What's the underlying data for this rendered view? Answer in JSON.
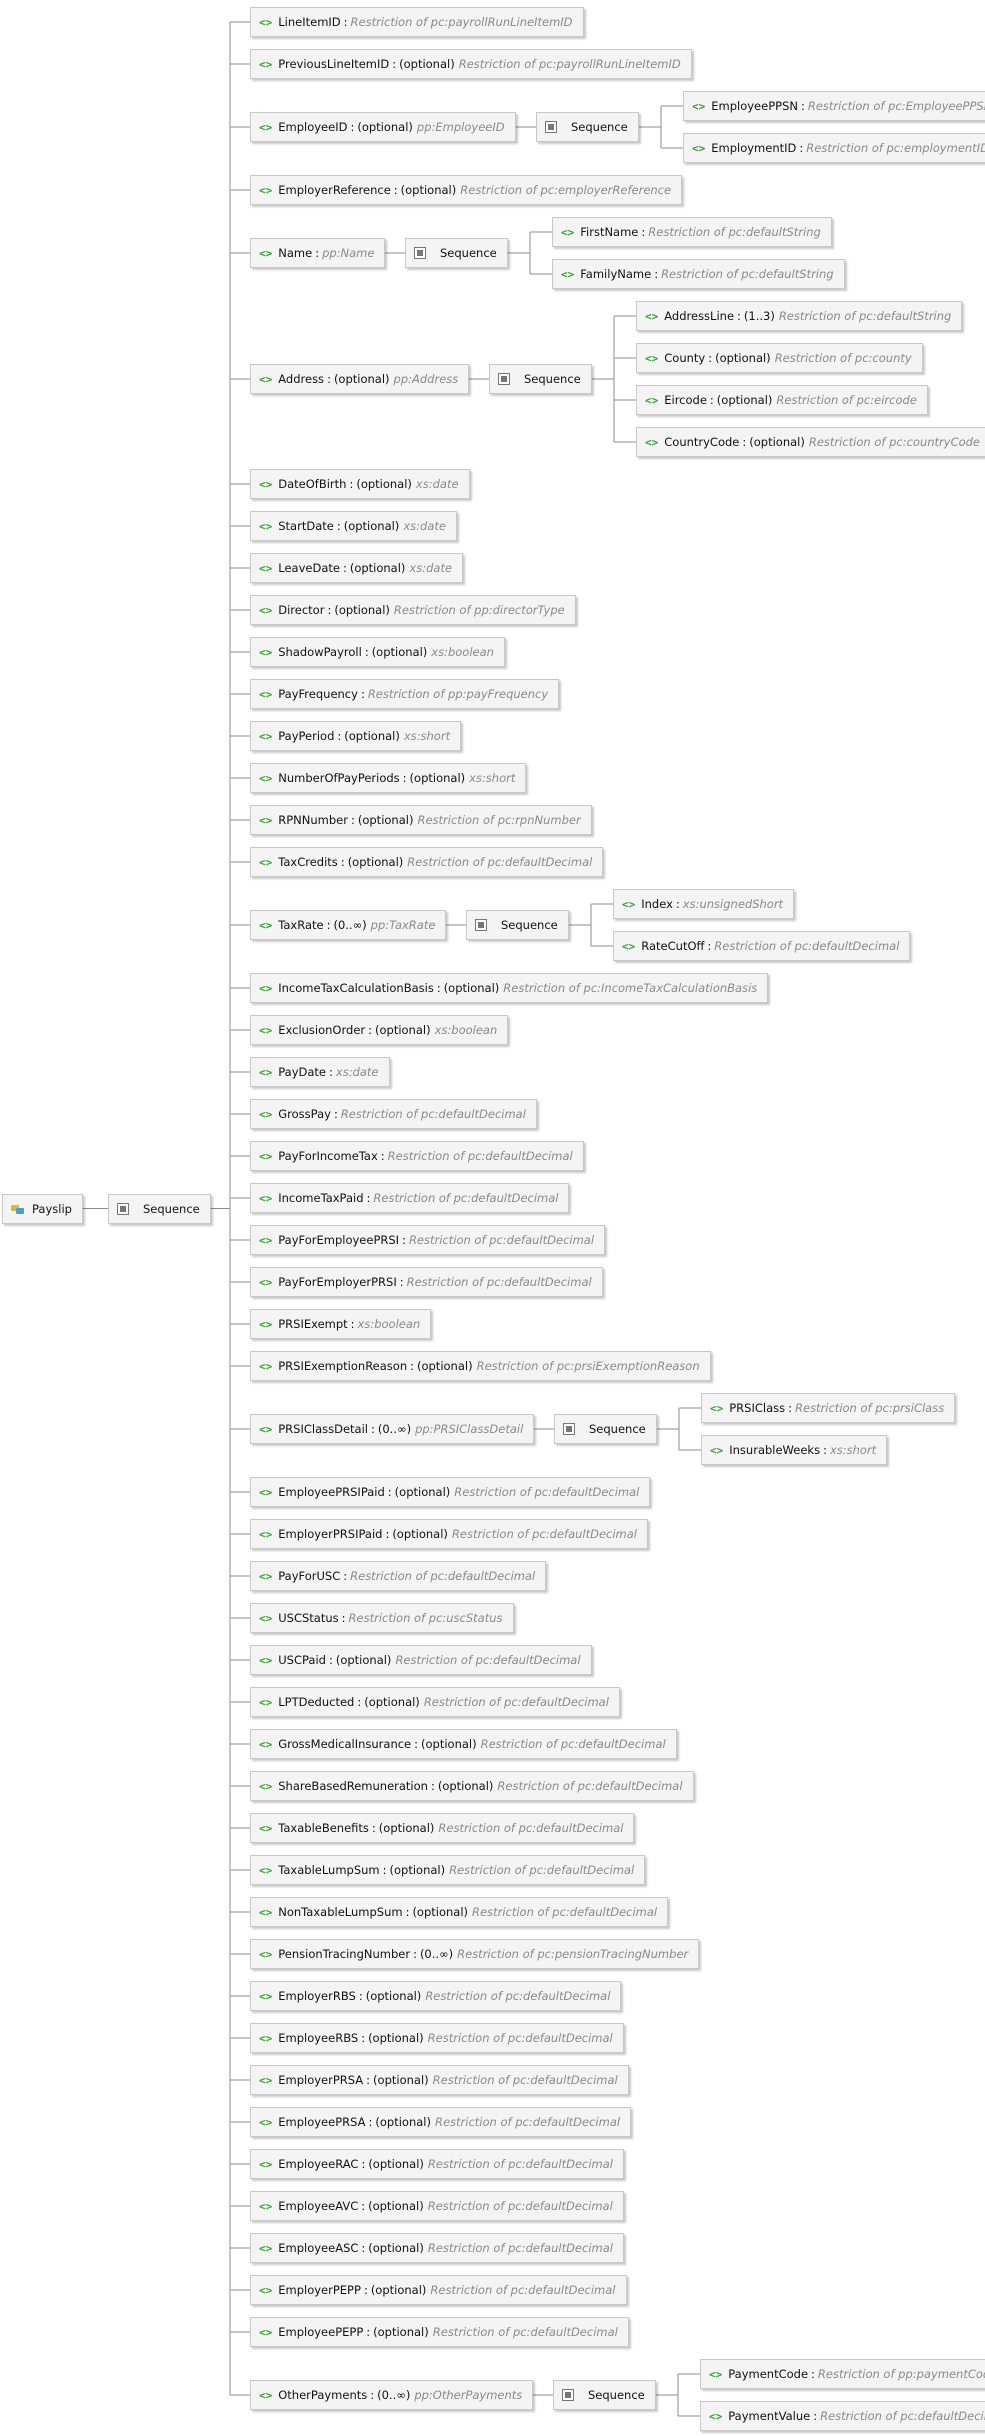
{
  "root": {
    "name": "Payslip",
    "icon": "complex-type-icon"
  },
  "sequence_label": "Sequence",
  "element_icon": "<>",
  "root_children": [
    {
      "name": "LineItemID",
      "occurs": "",
      "type": "Restriction of pc:payrollRunLineItemID"
    },
    {
      "name": "PreviousLineItemID",
      "occurs": "(optional)",
      "type": "Restriction of pc:payrollRunLineItemID"
    },
    {
      "name": "EmployeeID",
      "occurs": "(optional)",
      "type": "pp:EmployeeID",
      "children": [
        {
          "name": "EmployeePPSN",
          "occurs": "",
          "type": "Restriction of pc:EmployeePPSN"
        },
        {
          "name": "EmploymentID",
          "occurs": "",
          "type": "Restriction of pc:employmentID"
        }
      ]
    },
    {
      "name": "EmployerReference",
      "occurs": "(optional)",
      "type": "Restriction of pc:employerReference"
    },
    {
      "name": "Name",
      "occurs": "",
      "type": "pp:Name",
      "children": [
        {
          "name": "FirstName",
          "occurs": "",
          "type": "Restriction of pc:defaultString"
        },
        {
          "name": "FamilyName",
          "occurs": "",
          "type": "Restriction of pc:defaultString"
        }
      ]
    },
    {
      "name": "Address",
      "occurs": "(optional)",
      "type": "pp:Address",
      "children": [
        {
          "name": "AddressLine",
          "occurs": "(1..3)",
          "type": "Restriction of pc:defaultString"
        },
        {
          "name": "County",
          "occurs": "(optional)",
          "type": "Restriction of pc:county"
        },
        {
          "name": "Eircode",
          "occurs": "(optional)",
          "type": "Restriction of pc:eircode"
        },
        {
          "name": "CountryCode",
          "occurs": "(optional)",
          "type": "Restriction of pc:countryCode"
        }
      ]
    },
    {
      "name": "DateOfBirth",
      "occurs": "(optional)",
      "type": "xs:date"
    },
    {
      "name": "StartDate",
      "occurs": "(optional)",
      "type": "xs:date"
    },
    {
      "name": "LeaveDate",
      "occurs": "(optional)",
      "type": "xs:date"
    },
    {
      "name": "Director",
      "occurs": "(optional)",
      "type": "Restriction of pp:directorType"
    },
    {
      "name": "ShadowPayroll",
      "occurs": "(optional)",
      "type": "xs:boolean"
    },
    {
      "name": "PayFrequency",
      "occurs": "",
      "type": "Restriction of pp:payFrequency"
    },
    {
      "name": "PayPeriod",
      "occurs": "(optional)",
      "type": "xs:short"
    },
    {
      "name": "NumberOfPayPeriods",
      "occurs": "(optional)",
      "type": "xs:short"
    },
    {
      "name": "RPNNumber",
      "occurs": "(optional)",
      "type": "Restriction of pc:rpnNumber"
    },
    {
      "name": "TaxCredits",
      "occurs": "(optional)",
      "type": "Restriction of pc:defaultDecimal"
    },
    {
      "name": "TaxRate",
      "occurs": "(0..∞)",
      "type": "pp:TaxRate",
      "children": [
        {
          "name": "Index",
          "occurs": "",
          "type": "xs:unsignedShort"
        },
        {
          "name": "RateCutOff",
          "occurs": "",
          "type": "Restriction of pc:defaultDecimal"
        }
      ]
    },
    {
      "name": "IncomeTaxCalculationBasis",
      "occurs": "(optional)",
      "type": "Restriction of pc:IncomeTaxCalculationBasis"
    },
    {
      "name": "ExclusionOrder",
      "occurs": "(optional)",
      "type": "xs:boolean"
    },
    {
      "name": "PayDate",
      "occurs": "",
      "type": "xs:date"
    },
    {
      "name": "GrossPay",
      "occurs": "",
      "type": "Restriction of pc:defaultDecimal"
    },
    {
      "name": "PayForIncomeTax",
      "occurs": "",
      "type": "Restriction of pc:defaultDecimal"
    },
    {
      "name": "IncomeTaxPaid",
      "occurs": "",
      "type": "Restriction of pc:defaultDecimal"
    },
    {
      "name": "PayForEmployeePRSI",
      "occurs": "",
      "type": "Restriction of pc:defaultDecimal"
    },
    {
      "name": "PayForEmployerPRSI",
      "occurs": "",
      "type": "Restriction of pc:defaultDecimal"
    },
    {
      "name": "PRSIExempt",
      "occurs": "",
      "type": "xs:boolean"
    },
    {
      "name": "PRSIExemptionReason",
      "occurs": "(optional)",
      "type": "Restriction of pc:prsiExemptionReason"
    },
    {
      "name": "PRSIClassDetail",
      "occurs": "(0..∞)",
      "type": "pp:PRSIClassDetail",
      "children": [
        {
          "name": "PRSIClass",
          "occurs": "",
          "type": "Restriction of pc:prsiClass"
        },
        {
          "name": "InsurableWeeks",
          "occurs": "",
          "type": "xs:short"
        }
      ]
    },
    {
      "name": "EmployeePRSIPaid",
      "occurs": "(optional)",
      "type": "Restriction of pc:defaultDecimal"
    },
    {
      "name": "EmployerPRSIPaid",
      "occurs": "(optional)",
      "type": "Restriction of pc:defaultDecimal"
    },
    {
      "name": "PayForUSC",
      "occurs": "",
      "type": "Restriction of pc:defaultDecimal"
    },
    {
      "name": "USCStatus",
      "occurs": "",
      "type": "Restriction of pc:uscStatus"
    },
    {
      "name": "USCPaid",
      "occurs": "(optional)",
      "type": "Restriction of pc:defaultDecimal"
    },
    {
      "name": "LPTDeducted",
      "occurs": "(optional)",
      "type": "Restriction of pc:defaultDecimal"
    },
    {
      "name": "GrossMedicalInsurance",
      "occurs": "(optional)",
      "type": "Restriction of pc:defaultDecimal"
    },
    {
      "name": "ShareBasedRemuneration",
      "occurs": "(optional)",
      "type": "Restriction of pc:defaultDecimal"
    },
    {
      "name": "TaxableBenefits",
      "occurs": "(optional)",
      "type": "Restriction of pc:defaultDecimal"
    },
    {
      "name": "TaxableLumpSum",
      "occurs": "(optional)",
      "type": "Restriction of pc:defaultDecimal"
    },
    {
      "name": "NonTaxableLumpSum",
      "occurs": "(optional)",
      "type": "Restriction of pc:defaultDecimal"
    },
    {
      "name": "PensionTracingNumber",
      "occurs": "(0..∞)",
      "type": "Restriction of pc:pensionTracingNumber"
    },
    {
      "name": "EmployerRBS",
      "occurs": "(optional)",
      "type": "Restriction of pc:defaultDecimal"
    },
    {
      "name": "EmployeeRBS",
      "occurs": "(optional)",
      "type": "Restriction of pc:defaultDecimal"
    },
    {
      "name": "EmployerPRSA",
      "occurs": "(optional)",
      "type": "Restriction of pc:defaultDecimal"
    },
    {
      "name": "EmployeePRSA",
      "occurs": "(optional)",
      "type": "Restriction of pc:defaultDecimal"
    },
    {
      "name": "EmployeeRAC",
      "occurs": "(optional)",
      "type": "Restriction of pc:defaultDecimal"
    },
    {
      "name": "EmployeeAVC",
      "occurs": "(optional)",
      "type": "Restriction of pc:defaultDecimal"
    },
    {
      "name": "EmployeeASC",
      "occurs": "(optional)",
      "type": "Restriction of pc:defaultDecimal"
    },
    {
      "name": "EmployerPEPP",
      "occurs": "(optional)",
      "type": "Restriction of pc:defaultDecimal"
    },
    {
      "name": "EmployeePEPP",
      "occurs": "(optional)",
      "type": "Restriction of pc:defaultDecimal"
    },
    {
      "name": "OtherPayments",
      "occurs": "(0..∞)",
      "type": "pp:OtherPayments",
      "children": [
        {
          "name": "PaymentCode",
          "occurs": "",
          "type": "Restriction of pp:paymentCode"
        },
        {
          "name": "PaymentValue",
          "occurs": "",
          "type": "Restriction of pc:defaultDecimal"
        }
      ]
    }
  ]
}
